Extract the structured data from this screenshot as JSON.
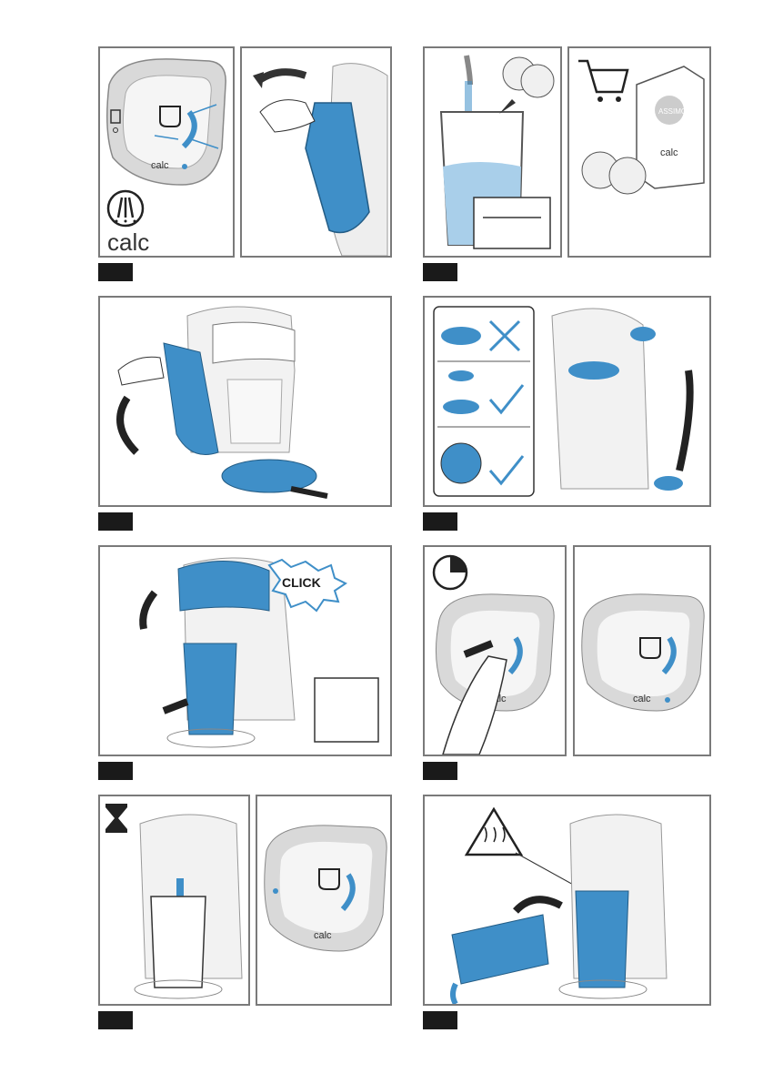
{
  "labels": {
    "calc_big": "calc",
    "calc_small": "calc",
    "calc_box": "calc",
    "click": "CLICK",
    "brand": "ASSIMO"
  },
  "colors": {
    "accent_blue": "#3f8fc8",
    "panel_border": "#7a7a7a",
    "step_badge": "#1a1a1a",
    "light_gray": "#e6e6e6"
  },
  "icons": [
    "descale-icon",
    "shopping-cart-icon",
    "timer-icon",
    "hourglass-icon",
    "hot-surface-warning-icon",
    "check-mark-icon",
    "cross-mark-icon"
  ]
}
